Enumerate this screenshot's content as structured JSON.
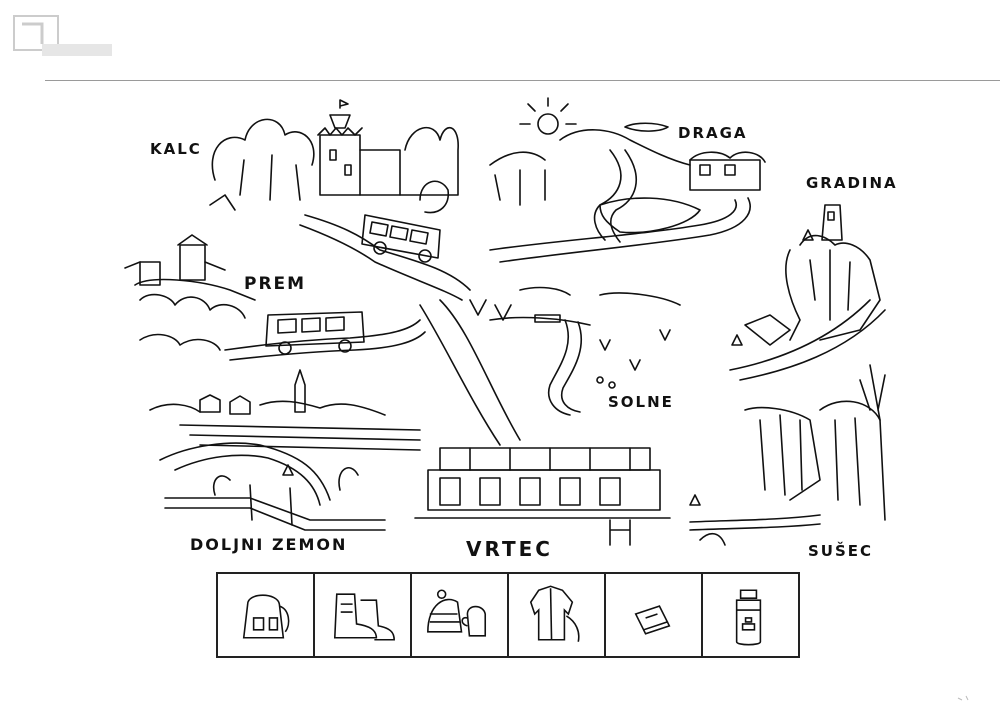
{
  "labels": {
    "kalc": "KALC",
    "draga": "DRAGA",
    "gradina": "GRADINA",
    "prem": "PREM",
    "solne": "SOLNE",
    "doljni_zemon": "DOLJNI ZEMON",
    "vrtec": "VRTEC",
    "susec": "SUŠEC"
  },
  "items": [
    {
      "icon": "backpack-icon"
    },
    {
      "icon": "hiking-boots-icon"
    },
    {
      "icon": "hat-and-mittens-icon"
    },
    {
      "icon": "jacket-icon"
    },
    {
      "icon": "book-icon"
    },
    {
      "icon": "first-aid-bottle-icon"
    }
  ],
  "colors": {
    "ink": "#111111",
    "paper": "#ffffff"
  }
}
